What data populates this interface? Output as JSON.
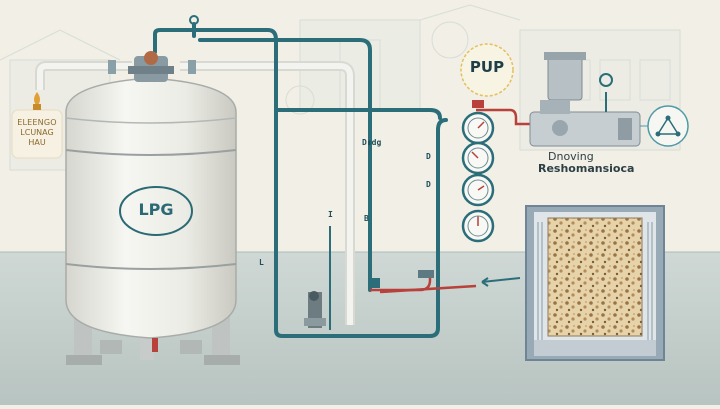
{
  "tank": {
    "label": "LPG"
  },
  "badge": {
    "line1": "ELEENGO",
    "line2": "LCUNAG",
    "line3": "HAU"
  },
  "pump": {
    "label": "PUP"
  },
  "description": {
    "line1": "Dnoving",
    "line2": "Reshomansioca"
  },
  "tags": {
    "dme": "D▮dg",
    "d1": "D",
    "d2": "D",
    "b": "B",
    "l1": "L",
    "l2": "I"
  },
  "colors": {
    "background": "#f1efe6",
    "floor": "#c5d0cd",
    "tank_body": "#ecece6",
    "tank_shadow": "#cfcfc8",
    "pipe_teal": "#2b6e7a",
    "pipe_red": "#b8413b",
    "pipe_white": "#e4e4e0",
    "gauge_ring": "#2b6e7a",
    "panel_frame": "#7d93a3",
    "sand": "#e2cfa5",
    "sand_dot": "#8d6a3d"
  },
  "icons": [
    "pressure-gauge-icon",
    "pump-motor-icon",
    "network-hexagon-icon",
    "gas-flame-badge-icon",
    "valve-icon"
  ]
}
